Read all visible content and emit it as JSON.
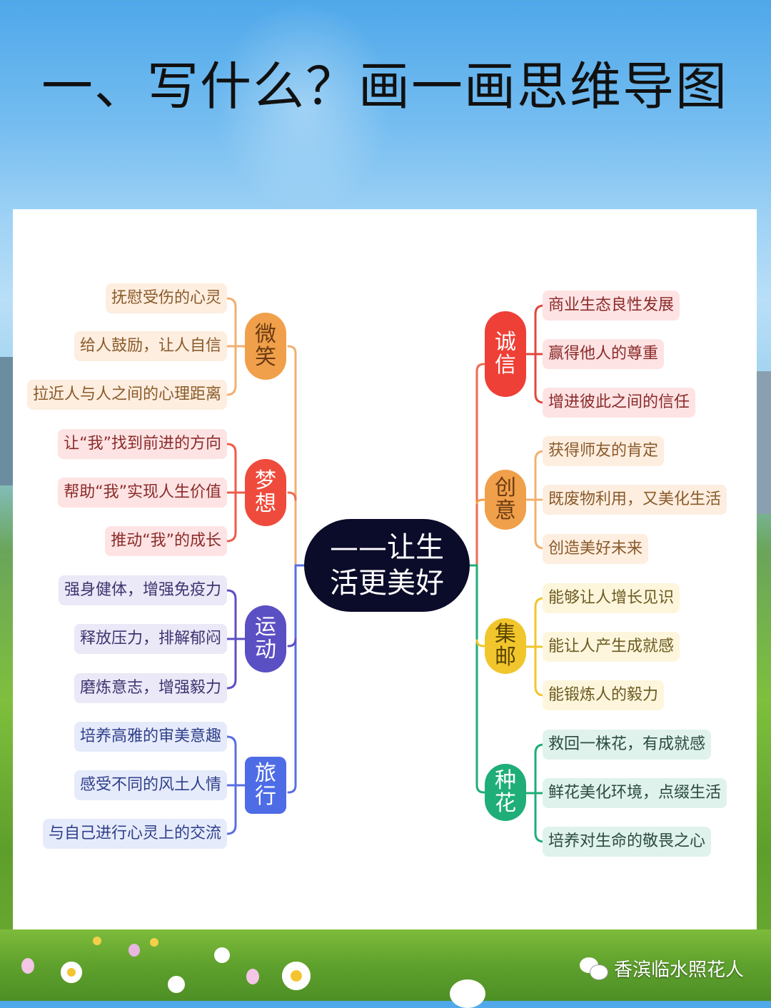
{
  "title": "一、写什么？画一画思维导图",
  "center": {
    "line1": "——让生",
    "line2": "活更美好"
  },
  "left_branches": [
    {
      "label_1": "微",
      "label_2": "笑",
      "color": "#f0a04a",
      "text_color": "#6b3a12",
      "leaf_bg": "#fdeee0",
      "leaf_text": "#8a5a2a",
      "leaves": [
        "抚慰受伤的心灵",
        "给人鼓励，让人自信",
        "拉近人与人之间的心理距离"
      ]
    },
    {
      "label_1": "梦",
      "label_2": "想",
      "color": "#ef4b3c",
      "text_color": "#ffffff",
      "leaf_bg": "#fde3e3",
      "leaf_text": "#8b2a2a",
      "leaves": [
        "让“我”找到前进的方向",
        "帮助“我”实现人生价值",
        "推动“我”的成长"
      ]
    },
    {
      "label_1": "运",
      "label_2": "动",
      "color": "#5b4fc4",
      "text_color": "#ffffff",
      "leaf_bg": "#ebe8f7",
      "leaf_text": "#3c3570",
      "leaves": [
        "强身健体，增强免疫力",
        "释放压力，排解郁闷",
        "磨炼意志，增强毅力"
      ]
    },
    {
      "label_1": "旅",
      "label_2": "行",
      "color": "#4e6ce6",
      "text_color": "#ffffff",
      "leaf_bg": "#e6ebfb",
      "leaf_text": "#2f3f8a",
      "leaves": [
        "培养高雅的审美意趣",
        "感受不同的风土人情",
        "与自己进行心灵上的交流"
      ]
    }
  ],
  "right_branches": [
    {
      "label_1": "诚",
      "label_2": "信",
      "color": "#ee4036",
      "text_color": "#ffffff",
      "leaf_bg": "#fde3e3",
      "leaf_text": "#8b2a2a",
      "leaves": [
        "商业生态良性发展",
        "赢得他人的尊重",
        "增进彼此之间的信任"
      ]
    },
    {
      "label_1": "创",
      "label_2": "意",
      "color": "#f0a04a",
      "text_color": "#6b3a12",
      "leaf_bg": "#fdeee0",
      "leaf_text": "#8a5a2a",
      "leaves": [
        "获得师友的肯定",
        "既废物利用，又美化生活",
        "创造美好未来"
      ]
    },
    {
      "label_1": "集",
      "label_2": "邮",
      "color": "#f1c62c",
      "text_color": "#5a4400",
      "leaf_bg": "#fdf6dc",
      "leaf_text": "#6b5a20",
      "leaves": [
        "能够让人增长见识",
        "能让人产生成就感",
        "能锻炼人的毅力"
      ]
    },
    {
      "label_1": "种",
      "label_2": "花",
      "color": "#1fae78",
      "text_color": "#ffffff",
      "leaf_bg": "#dff3ec",
      "leaf_text": "#2c4a40",
      "leaves": [
        "救回一株花，有成就感",
        "鲜花美化环境，点缀生活",
        "培养对生命的敬畏之心"
      ]
    }
  ],
  "watermark": {
    "icon": "wechat-icon",
    "text": "香滨临水照花人"
  }
}
